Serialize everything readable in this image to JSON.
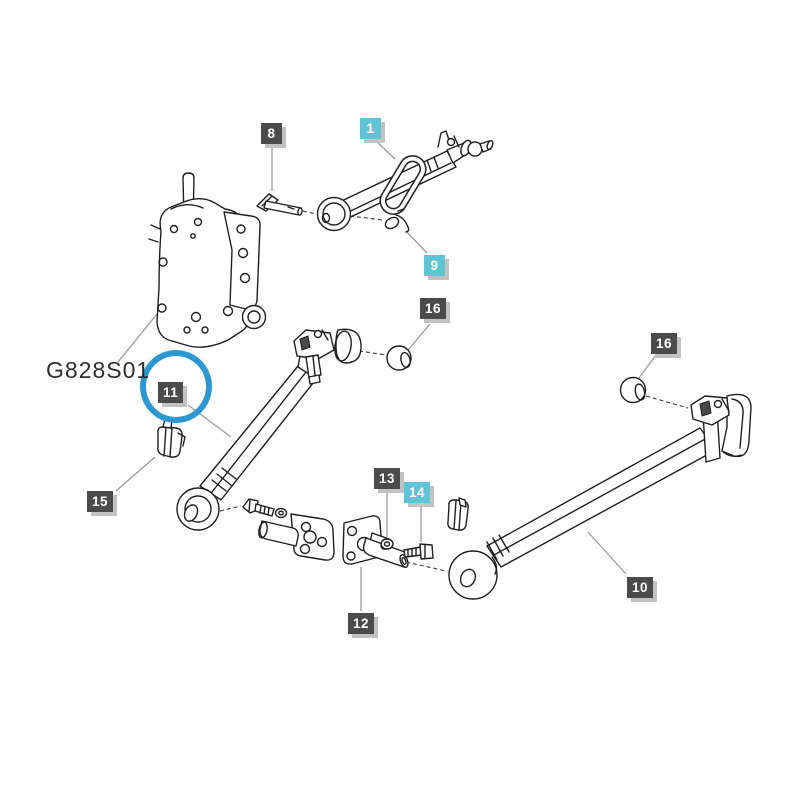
{
  "page": {
    "background": "#ffffff"
  },
  "diagram": {
    "figure_code": "G828S01",
    "highlighted_part": "11",
    "colors": {
      "label_dark": "#4b4b4b",
      "label_cyan": "#60c4d7",
      "label_text": "#ffffff",
      "label_shadow": "#c2c2c2",
      "highlight_circle": "#2b97d3",
      "line_art": "#1f1f1f",
      "leader_line": "#9b9b9b"
    },
    "labels": [
      {
        "part": "8",
        "text": "8",
        "style": "dark"
      },
      {
        "part": "1",
        "text": "1",
        "style": "cyan"
      },
      {
        "part": "9",
        "text": "9",
        "style": "cyan"
      },
      {
        "part": "16",
        "text": "16",
        "style": "dark"
      },
      {
        "part": "16",
        "text": "16",
        "style": "dark"
      },
      {
        "part": "11",
        "text": "11",
        "style": "dark"
      },
      {
        "part": "15",
        "text": "15",
        "style": "dark"
      },
      {
        "part": "13",
        "text": "13",
        "style": "dark"
      },
      {
        "part": "14",
        "text": "14",
        "style": "cyan"
      },
      {
        "part": "12",
        "text": "12",
        "style": "dark"
      },
      {
        "part": "10",
        "text": "10",
        "style": "dark"
      }
    ]
  }
}
